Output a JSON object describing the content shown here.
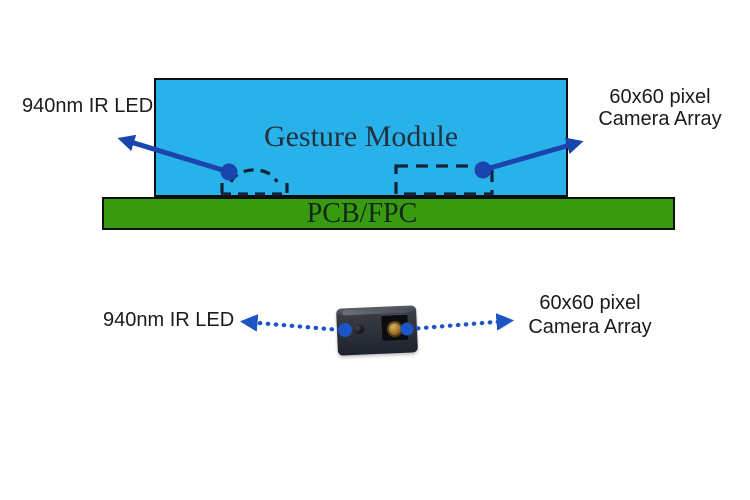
{
  "colors": {
    "module_fill": "#29b2ea",
    "pcb_fill": "#389a0e",
    "outline": "#0e0e0e",
    "arrow_blue": "#1b45ae",
    "dotted_blue": "#1d54c6",
    "dash_color": "#142238",
    "label_color": "#1b1b1b",
    "module_title_color": "#22313f",
    "pcb_label_color": "#12281c",
    "lens_gold": "#d8b15a"
  },
  "top_diagram": {
    "module_label": "Gesture Module",
    "pcb_label": "PCB/FPC",
    "led_label": "940nm IR LED",
    "camera_label_line1": "60x60 pixel",
    "camera_label_line2": "Camera Array"
  },
  "bottom_diagram": {
    "led_label": "940nm IR LED",
    "camera_label_line1": "60x60 pixel",
    "camera_label_line2": "Camera Array"
  }
}
